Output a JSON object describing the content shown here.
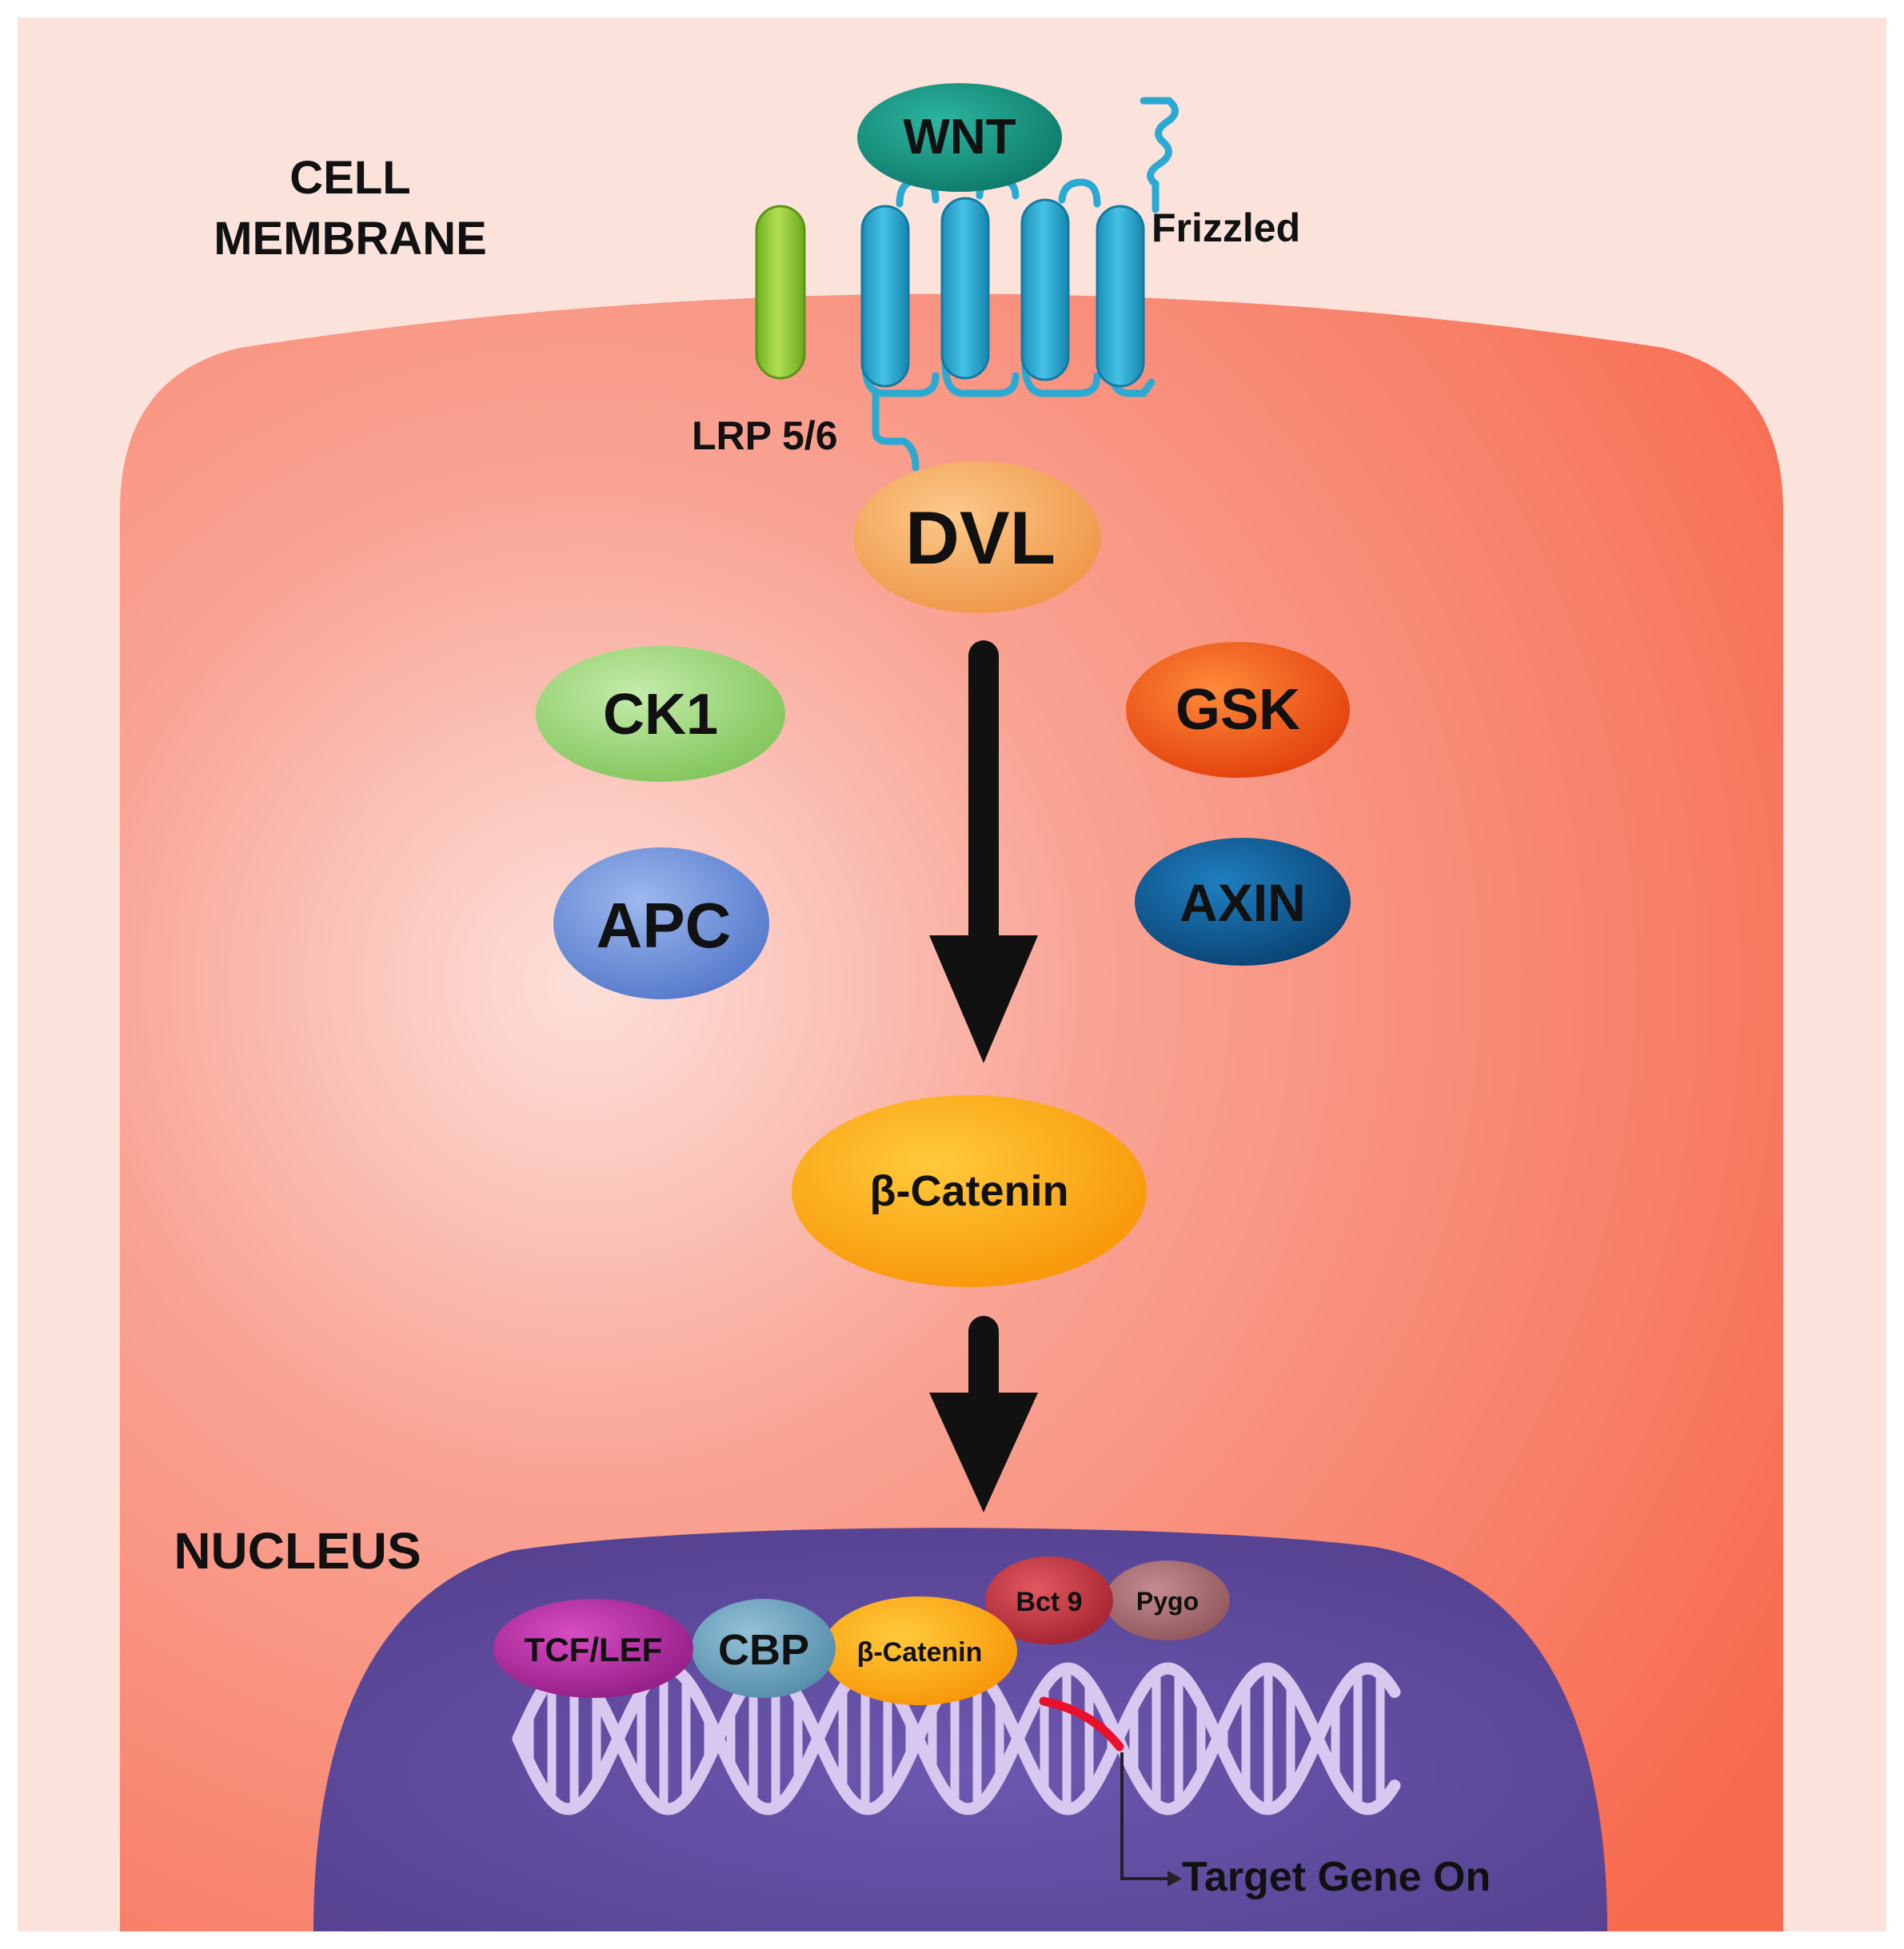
{
  "labels": {
    "cell_membrane_line1": "CELL",
    "cell_membrane_line2": "MEMBRANE",
    "wnt": "WNT",
    "frizzled": "Frizzled",
    "lrp": "LRP 5/6",
    "dvl": "DVL",
    "ck1": "CK1",
    "gsk": "GSK",
    "apc": "APC",
    "axin": "AXIN",
    "beta_catenin": "β-Catenin",
    "nucleus": "NUCLEUS",
    "tcf_lef": "TCF/LEF",
    "cbp": "CBP",
    "nuclear_beta_catenin": "β-Catenin",
    "bct9": "Bct 9",
    "pygo": "Pygo",
    "target_gene": "Target Gene On"
  },
  "colors": {
    "background": "#fbe3dc",
    "cell": "#f7826a",
    "nucleus": "#5e4a9e",
    "wnt": "#14907e",
    "frizzled": "#2aaad3",
    "lrp": "#8ec734",
    "dvl": "#f4a85e",
    "ck1": "#9fd67a",
    "gsk": "#f25a14",
    "apc": "#6e92d8",
    "axin": "#0e5a94",
    "beta_catenin": "#fba70e",
    "tcf_lef": "#b02a9c",
    "cbp": "#6aa0bc",
    "bct9": "#c23440",
    "pygo": "#a86a70",
    "dna": "#d8c8f0",
    "target_mark": "#e8102a"
  }
}
